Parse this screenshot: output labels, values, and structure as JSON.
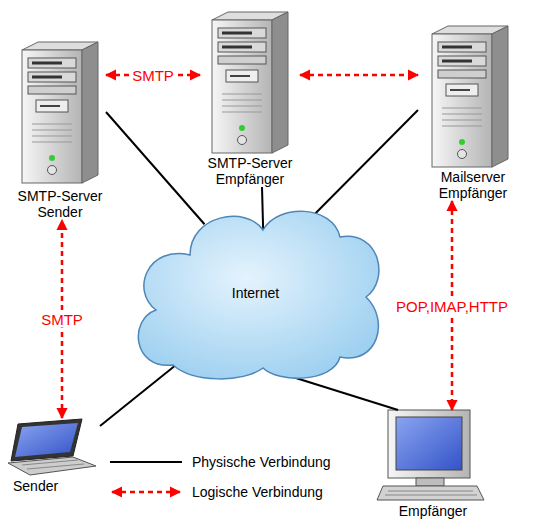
{
  "diagram": {
    "nodes": [
      {
        "text": [
          "SMTP-Server Sender"
        ]
      },
      {
        "text": [
          "SMTP-Server Empfänger"
        ]
      },
      {
        "text": [
          "Mailserver Empfänger"
        ]
      },
      {
        "text": [
          "Internet"
        ]
      },
      {
        "text": [
          "Sender"
        ]
      },
      {
        "text": [
          "Empfänger"
        ]
      }
    ],
    "edges": [
      {
        "from": 4,
        "to": 0,
        "arrow": "both",
        "label": "SMTP"
      },
      {
        "from": 0,
        "to": 1,
        "arrow": "both",
        "label": "SMTP"
      },
      {
        "from": 1,
        "to": 2,
        "arrow": "both"
      },
      {
        "from": 2,
        "to": 5,
        "arrow": "both",
        "label": "POP,IMAP,HTTP"
      },
      {
        "from": 0,
        "to": 3,
        "arrow": "none"
      },
      {
        "from": 1,
        "to": 3,
        "arrow": "none"
      },
      {
        "from": 2,
        "to": 3,
        "arrow": "none"
      },
      {
        "from": 4,
        "to": 3,
        "arrow": "none"
      },
      {
        "from": 5,
        "to": 3,
        "arrow": "none"
      }
    ],
    "legend": [
      {
        "text": "Physische Verbindung"
      },
      {
        "text": "Logische Verbindung"
      }
    ]
  }
}
